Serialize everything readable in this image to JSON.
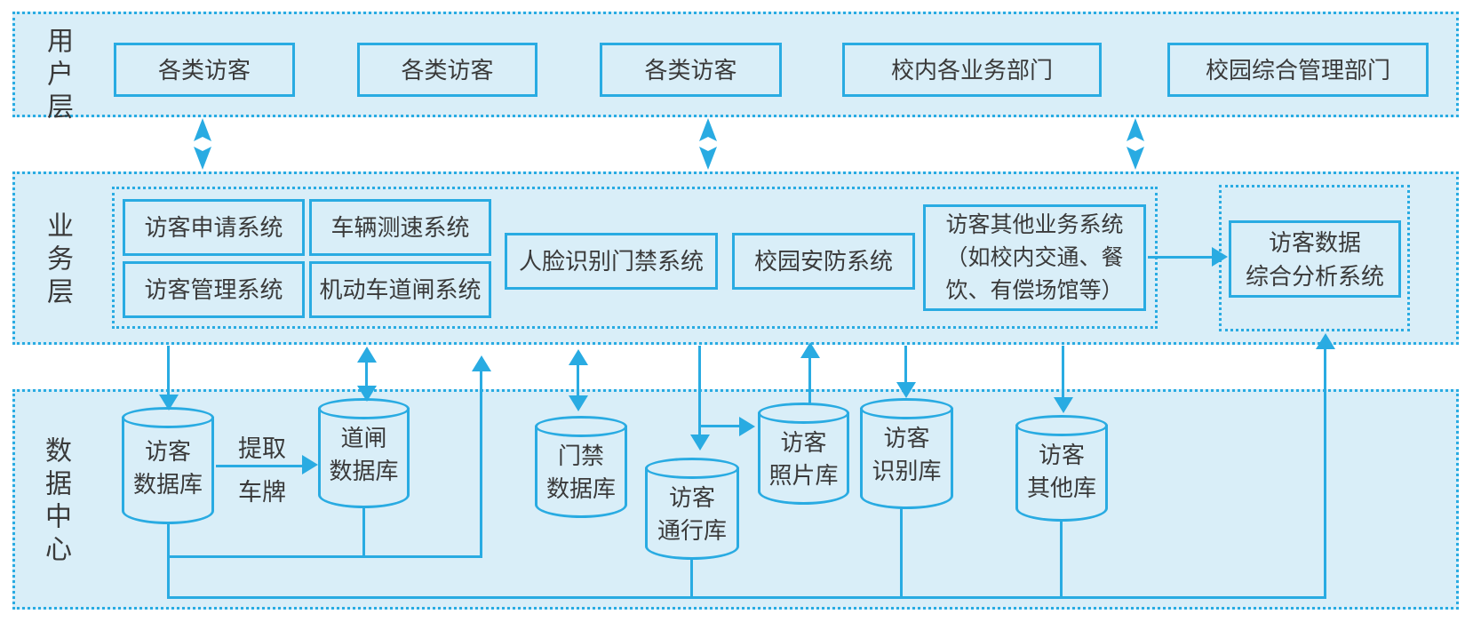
{
  "colors": {
    "accent": "#29abe2",
    "layer_fill": "#d9eef8",
    "text": "#3a3a3a",
    "gap_background": "#ffffff"
  },
  "user_layer": {
    "label": "用户层",
    "boxes": [
      "各类访客",
      "各类访客",
      "各类访客",
      "校内各业务部门",
      "校园综合管理部门"
    ]
  },
  "business_layer": {
    "label": "业务层",
    "boxes": [
      "访客申请系统",
      "车辆测速系统",
      "访客管理系统",
      "机动车道闸系统",
      "人脸识别门禁系统",
      "校园安防系统"
    ],
    "other_box_lines": [
      "访客其他业务系统",
      "（如校内交通、餐",
      "饮、有偿场馆等）"
    ],
    "analysis_box_lines": [
      "访客数据",
      "综合分析系统"
    ]
  },
  "data_layer": {
    "label": "数据中心",
    "cylinders": [
      [
        "访客",
        "数据库"
      ],
      [
        "道闸",
        "数据库"
      ],
      [
        "门禁",
        "数据库"
      ],
      [
        "访客",
        "通行库"
      ],
      [
        "访客",
        "照片库"
      ],
      [
        "访客",
        "识别库"
      ],
      [
        "访客",
        "其他库"
      ]
    ],
    "extract_label_lines": [
      "提取",
      "车牌"
    ]
  }
}
